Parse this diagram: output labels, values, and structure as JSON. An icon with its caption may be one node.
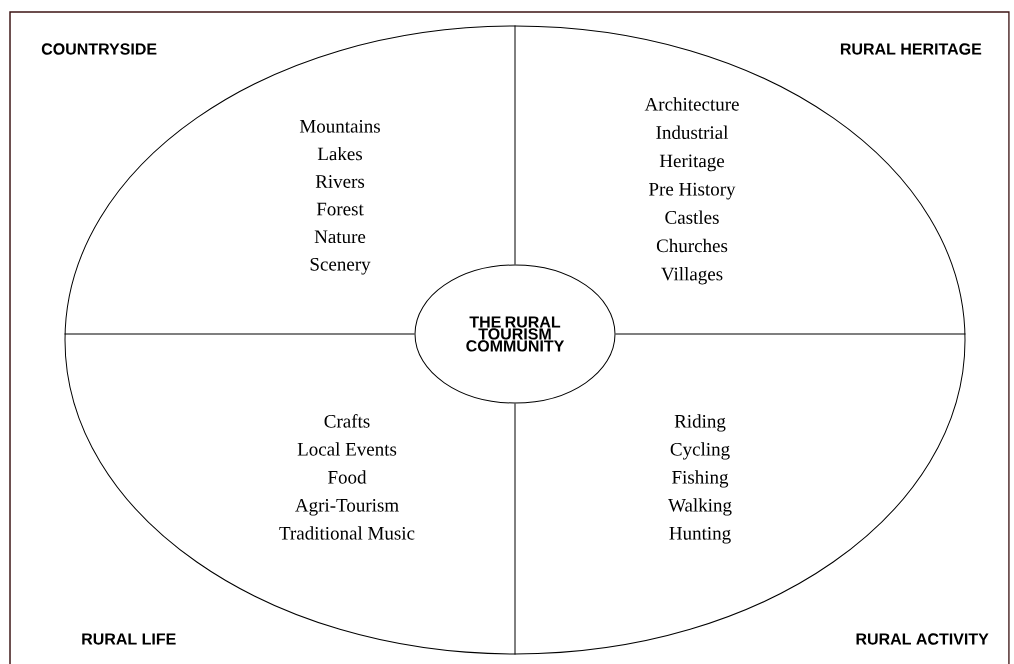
{
  "diagram": {
    "nodes": [
      {
        "text": [],
        "shape": "ellipse"
      },
      {
        "text": [
          "THE RURAL TOURISM COMMUNITY"
        ],
        "in": 0
      }
    ],
    "edges": [
      {
        "from": 1,
        "to": 0,
        "arrow": "none"
      },
      {
        "from": 1,
        "to": 0,
        "arrow": "none"
      },
      {
        "from": 1,
        "to": 0,
        "arrow": "none"
      },
      {
        "from": 1,
        "to": 0,
        "arrow": "none"
      }
    ],
    "labels": [
      "COUNTRYSIDE",
      "RURAL HERITAGE",
      "Mountains",
      "Lakes",
      "Rivers",
      "Forest",
      "Nature",
      "Scenery",
      "Architecture",
      "Industrial",
      "Heritage",
      "Pre History",
      "Castles",
      "Churches",
      "Villages",
      "Crafts",
      "Local Events",
      "Food",
      "Agri-Tourism",
      "Traditional Music",
      "Riding",
      "Cycling",
      "Fishing",
      "Walking",
      "Hunting",
      "RURAL LIFE",
      "RURAL ACTIVITY"
    ]
  }
}
